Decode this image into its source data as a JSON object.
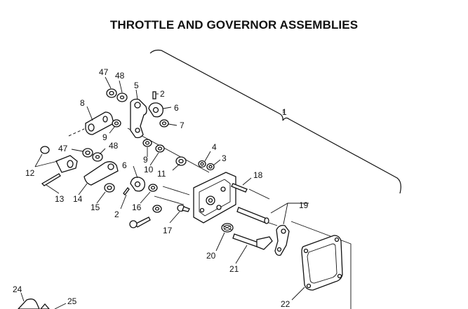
{
  "title": "THROTTLE AND GOVERNOR ASSEMBLIES",
  "callouts": {
    "c1": "1",
    "c2a": "2",
    "c2b": "2",
    "c3": "3",
    "c4": "4",
    "c5": "5",
    "c6a": "6",
    "c6b": "6",
    "c7": "7",
    "c8": "8",
    "c9a": "9",
    "c9b": "9",
    "c10": "10",
    "c11": "11",
    "c12": "12",
    "c13": "13",
    "c14": "14",
    "c15": "15",
    "c16": "16",
    "c17": "17",
    "c18": "18",
    "c19": "19",
    "c20": "20",
    "c21": "21",
    "c22": "22",
    "c24": "24",
    "c25": "25",
    "c47a": "47",
    "c47b": "47",
    "c48a": "48",
    "c48b": "48"
  }
}
